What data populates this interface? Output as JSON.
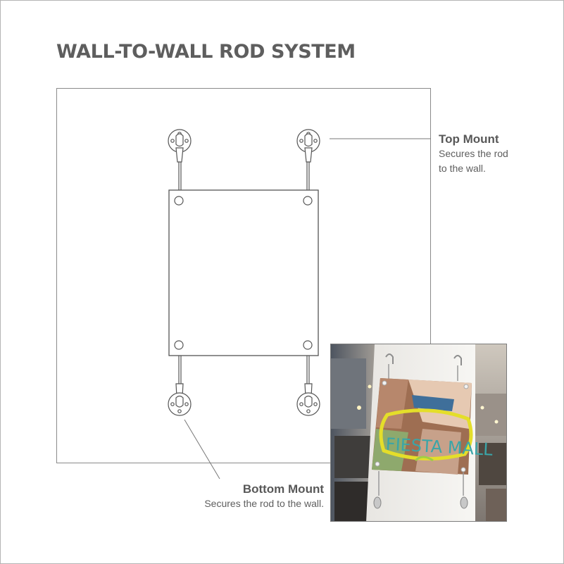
{
  "title": "WALL-TO-WALL ROD SYSTEM",
  "top_mount": {
    "heading": "Top Mount",
    "description": "Secures the rod to the wall."
  },
  "bottom_mount": {
    "heading": "Bottom Mount",
    "description": "Secures the rod to the wall."
  },
  "photo": {
    "sign_text": "FIESTA MALL"
  },
  "colors": {
    "title": "#5e5e5e",
    "line": "#555555",
    "sign_yellow": "#e4de2a",
    "sign_teal": "#3aa5a8",
    "sign_green": "#9fcf44"
  }
}
